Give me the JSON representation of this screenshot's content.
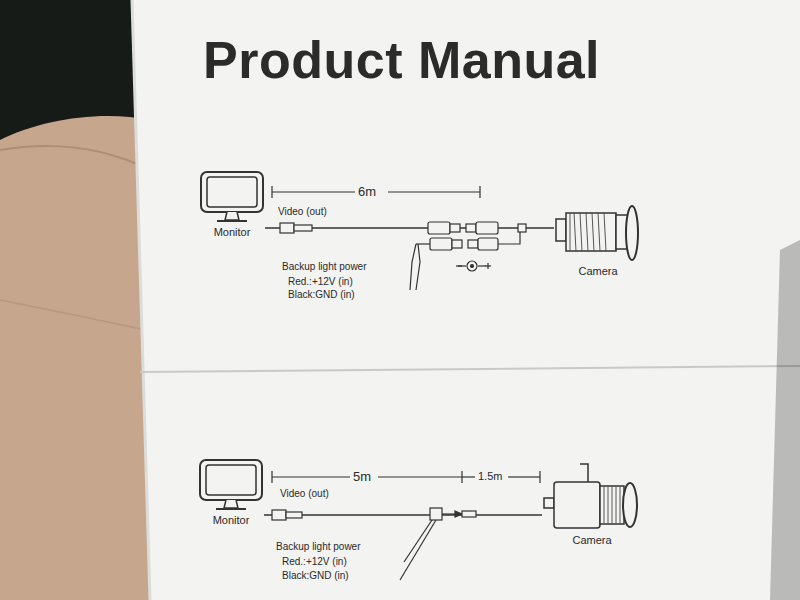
{
  "diagram": {
    "title": "Product Manual",
    "nodes": [
      {
        "text": [
          "Monitor"
        ]
      },
      {
        "text": [
          "Camera"
        ]
      },
      {
        "text": [
          "Monitor"
        ]
      },
      {
        "text": [
          "Camera"
        ]
      }
    ],
    "edges": [
      {
        "from": 0,
        "to": 1,
        "label": "Video (out)",
        "arrow": "none"
      },
      {
        "from": 2,
        "to": 3,
        "label": "Video (out)",
        "arrow": "none"
      }
    ],
    "labels": [
      "6m",
      "Backup light power",
      "Red.:+12V (in)",
      "Black:GND (in)",
      "5m",
      "1.5m",
      "Backup light power",
      "Red.:+12V (in)",
      "Black:GND (in)"
    ]
  }
}
